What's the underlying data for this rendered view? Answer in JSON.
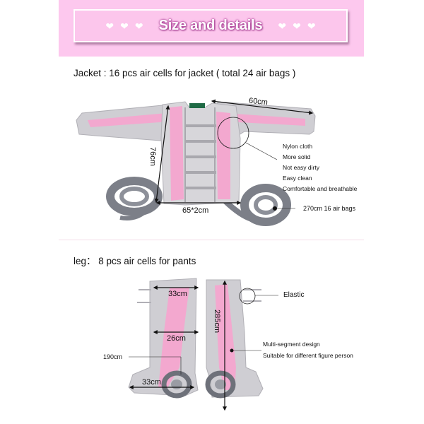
{
  "banner": {
    "title": "Size and details",
    "left_hearts": [
      "❤",
      "❤",
      "❤"
    ],
    "right_hearts": [
      "❤",
      "❤",
      "❤"
    ],
    "colors": {
      "background": "#fdc8ee",
      "title_glow": "#b0479c",
      "border": "#ffffff"
    }
  },
  "jacket": {
    "heading": "Jacket : 16 pcs air cells for jacket  ( total 24 air bags )",
    "dimensions": {
      "sleeve_length": "60cm",
      "height": "76cm",
      "width": "65*2cm"
    },
    "features": [
      "Nylon cloth",
      "More solid",
      "Not easy dirty",
      "Easy clean",
      "Comfortable and breathable"
    ],
    "hose_label": "270cm  16 air bags"
  },
  "leg": {
    "heading": "leg： 8 pcs air cells for pants",
    "dimensions": {
      "top_width": "33cm",
      "mid_width": "26cm",
      "foot_width": "33cm",
      "length": "285cm",
      "hose_length": "190cm"
    },
    "elastic_label": "Elastic",
    "features": [
      "Multi-segment design",
      "Suitable for different figure person"
    ]
  },
  "colors": {
    "silver": "#c9c8cc",
    "pink": "#f3a8cf",
    "hose": "#7c7f88",
    "zipper": "#1f6a45"
  }
}
